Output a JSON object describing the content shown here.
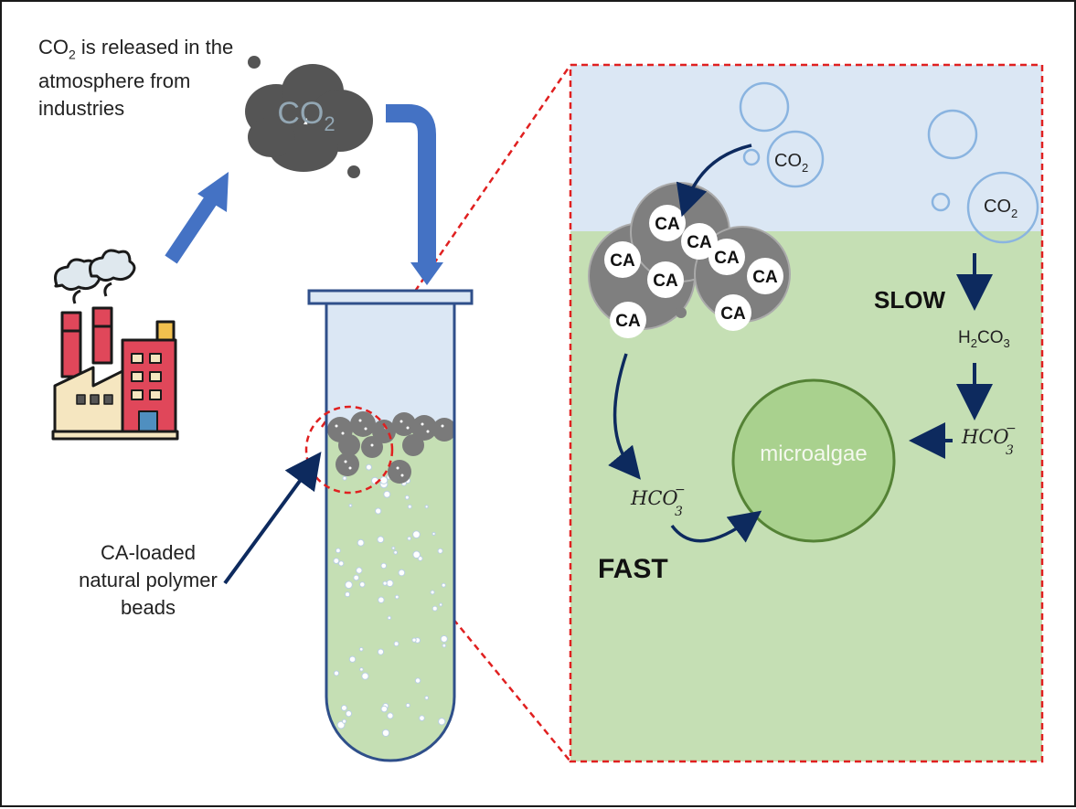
{
  "labels": {
    "co2_release": {
      "pre": "CO",
      "sub": "2",
      "line1_rest": " is released in the",
      "line2": "atmosphere from",
      "line3": "industries"
    },
    "cloud": {
      "main": "CO",
      "sub": "2"
    },
    "beads": {
      "line1": "CA-loaded",
      "line2": "natural polymer",
      "line3": "beads"
    },
    "bubble_co2": {
      "main": "CO",
      "sub": "2"
    },
    "ca": "CA",
    "slow": "SLOW",
    "fast": "FAST",
    "h2co3": {
      "a": "H",
      "b": "2",
      "c": "CO",
      "d": "3"
    },
    "hco3": {
      "main": "HCO",
      "sup": "−",
      "sub": "3"
    },
    "microalgae": "microalgae"
  },
  "colors": {
    "blue_arrow": "#4472c4",
    "navy_arrow": "#0d2a5e",
    "sky": "#dbe7f4",
    "water": "#c5dfb4",
    "microalgae_fill": "#a9d18e",
    "microalgae_stroke": "#548235",
    "bead": "#808080",
    "dashed": "#e02020",
    "cloud": "#555555",
    "factory_red": "#e0475a",
    "factory_cream": "#f5e6c0"
  }
}
